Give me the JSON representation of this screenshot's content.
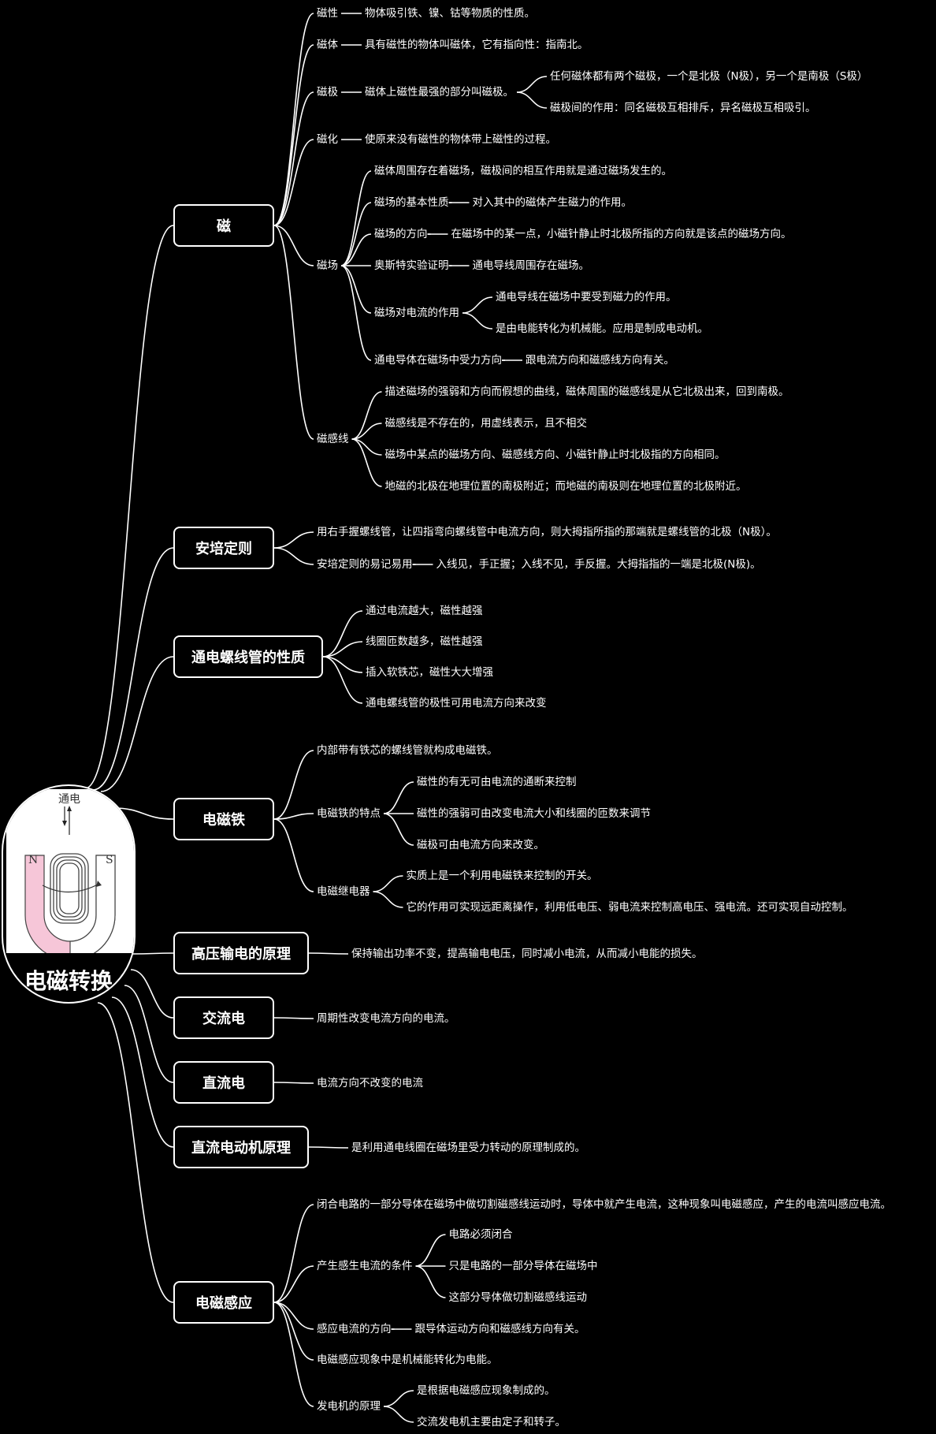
{
  "root": {
    "title": "电磁转换",
    "picture_label": "通电",
    "pole_n": "N",
    "pole_s": "S"
  },
  "topics": [
    {
      "label": "磁",
      "children": [
        {
          "label": "磁性",
          "children": [
            {
              "label": "物体吸引铁、镍、钴等物质的性质。"
            }
          ]
        },
        {
          "label": "磁体",
          "children": [
            {
              "label": "具有磁性的物体叫磁体，它有指向性：指南北。"
            }
          ]
        },
        {
          "label": "磁极",
          "children": [
            {
              "label": "磁体上磁性最强的部分叫磁极。",
              "children": [
                {
                  "label": "任何磁体都有两个磁极，一个是北极（N极），另一个是南极（S极）"
                },
                {
                  "label": "磁极间的作用：同名磁极互相排斥，异名磁极互相吸引。"
                }
              ]
            }
          ]
        },
        {
          "label": "磁化",
          "children": [
            {
              "label": "使原来没有磁性的物体带上磁性的过程。"
            }
          ]
        },
        {
          "label": "磁场",
          "children": [
            {
              "label": "磁体周围存在着磁场，磁极间的相互作用就是通过磁场发生的。"
            },
            {
              "label": "磁场的基本性质",
              "children": [
                {
                  "label": "对入其中的磁体产生磁力的作用。"
                }
              ]
            },
            {
              "label": "磁场的方向",
              "children": [
                {
                  "label": "在磁场中的某一点，小磁针静止时北极所指的方向就是该点的磁场方向。"
                }
              ]
            },
            {
              "label": "奥斯特实验证明",
              "children": [
                {
                  "label": "通电导线周围存在磁场。"
                }
              ]
            },
            {
              "label": "磁场对电流的作用",
              "children": [
                {
                  "label": "通电导线在磁场中要受到磁力的作用。"
                },
                {
                  "label": "是由电能转化为机械能。应用是制成电动机。"
                }
              ]
            },
            {
              "label": "通电导体在磁场中受力方向",
              "children": [
                {
                  "label": "跟电流方向和磁感线方向有关。"
                }
              ]
            }
          ]
        },
        {
          "label": "磁感线",
          "children": [
            {
              "label": "描述磁场的强弱和方向而假想的曲线，磁体周围的磁感线是从它北极出来，回到南极。"
            },
            {
              "label": "磁感线是不存在的，用虚线表示，且不相交"
            },
            {
              "label": "磁场中某点的磁场方向、磁感线方向、小磁针静止时北极指的方向相同。"
            },
            {
              "label": "地磁的北极在地理位置的南极附近；而地磁的南极则在地理位置的北极附近。"
            }
          ]
        }
      ]
    },
    {
      "label": "安培定则",
      "children": [
        {
          "label": "用右手握螺线管，让四指弯向螺线管中电流方向，则大拇指所指的那端就是螺线管的北极（N极）。"
        },
        {
          "label": "安培定则的易记易用",
          "children": [
            {
              "label": "入线见，手正握；入线不见，手反握。大拇指指的一端是北极(N极)。"
            }
          ]
        }
      ]
    },
    {
      "label": "通电螺线管的性质",
      "children": [
        {
          "label": "通过电流越大，磁性越强"
        },
        {
          "label": "线圈匝数越多，磁性越强"
        },
        {
          "label": "插入软铁芯，磁性大大增强"
        },
        {
          "label": "通电螺线管的极性可用电流方向来改变"
        }
      ]
    },
    {
      "label": "电磁铁",
      "children": [
        {
          "label": "内部带有铁芯的螺线管就构成电磁铁。"
        },
        {
          "label": "电磁铁的特点",
          "children": [
            {
              "label": "磁性的有无可由电流的通断来控制"
            },
            {
              "label": "磁性的强弱可由改变电流大小和线圈的匝数来调节"
            },
            {
              "label": "磁极可由电流方向来改变。"
            }
          ]
        },
        {
          "label": "电磁继电器",
          "children": [
            {
              "label": "实质上是一个利用电磁铁来控制的开关。"
            },
            {
              "label": "它的作用可实现远距离操作，利用低电压、弱电流来控制高电压、强电流。还可实现自动控制。"
            }
          ]
        }
      ]
    },
    {
      "label": "高压输电的原理",
      "children": [
        {
          "label": "保持输出功率不变，提高输电电压，同时减小电流，从而减小电能的损失。"
        }
      ]
    },
    {
      "label": "交流电",
      "children": [
        {
          "label": "周期性改变电流方向的电流。"
        }
      ]
    },
    {
      "label": "直流电",
      "children": [
        {
          "label": "电流方向不改变的电流"
        }
      ]
    },
    {
      "label": "直流电动机原理",
      "children": [
        {
          "label": "是利用通电线圈在磁场里受力转动的原理制成的。"
        }
      ]
    },
    {
      "label": "电磁感应",
      "children": [
        {
          "label": "闭合电路的一部分导体在磁场中做切割磁感线运动时，导体中就产生电流，这种现象叫电磁感应，产生的电流叫感应电流。"
        },
        {
          "label": "产生感生电流的条件",
          "children": [
            {
              "label": "电路必须闭合"
            },
            {
              "label": "只是电路的一部分导体在磁场中"
            },
            {
              "label": "这部分导体做切割磁感线运动"
            }
          ]
        },
        {
          "label": "感应电流的方向",
          "children": [
            {
              "label": "跟导体运动方向和磁感线方向有关。"
            }
          ]
        },
        {
          "label": "电磁感应现象中是机械能转化为电能。"
        },
        {
          "label": "发电机的原理",
          "children": [
            {
              "label": "是根据电磁感应现象制成的。"
            },
            {
              "label": "交流发电机主要由定子和转子。"
            }
          ]
        }
      ]
    }
  ]
}
